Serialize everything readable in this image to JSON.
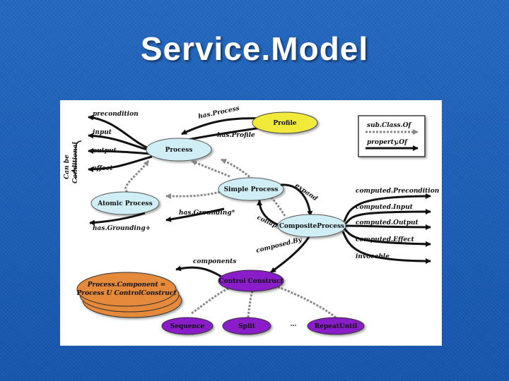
{
  "slide": {
    "title": "Service.Model"
  },
  "diagram": {
    "nodes": {
      "profile": "Profile",
      "process": "Process",
      "simple_process": "Simple Process",
      "atomic_process": "Atomic Process",
      "composite_process": "CompositeProcess",
      "control_construct": "Control Construct",
      "process_component": "Process.Component =",
      "process_component_line2": "Process U ControlConstruct",
      "sequence": "Sequence",
      "split": "Split",
      "dots": "…",
      "repeat_until": "RepeatUntil"
    },
    "process_properties": [
      "precondition",
      "input",
      "output",
      "effect"
    ],
    "composite_properties": [
      "computed.Precondition",
      "computed.Input",
      "computed.Output",
      "computed.Effect",
      "invocable"
    ],
    "side_label": [
      "Can be",
      "Conditional"
    ],
    "edge_labels": {
      "has_process": "has.Process",
      "has_profile": "has.Profile",
      "expand": "expand",
      "collapse": "collapse",
      "has_grounding_star": "has.Grounding*",
      "has_grounding_plus": "has.Grounding+",
      "composed_by": "composed.By",
      "components": "components"
    },
    "legend": {
      "subclass": "sub.Class.Of",
      "property": "property.Of"
    },
    "colors": {
      "profile": "#f2ea3a",
      "process_node": "#cfeef6",
      "control": "#8a1fc9",
      "component": "#e58a3a"
    }
  }
}
